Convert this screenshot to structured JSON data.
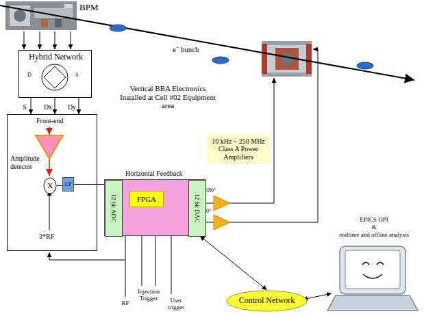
{
  "diagram": {
    "nodes": [
      {
        "text": [
          "Hybrid Network"
        ]
      },
      {
        "text": [
          "Front-end",
          "Amplitude detector",
          "3*RF"
        ]
      },
      {
        "text": [
          "X"
        ],
        "in": 1
      },
      {
        "text": [
          "LP"
        ],
        "in": 1
      },
      {
        "text": [
          "Horizontal Feedback"
        ]
      },
      {
        "text": [
          "12 bit ADC"
        ],
        "in": 4
      },
      {
        "text": [
          "FPGA"
        ],
        "in": 4
      },
      {
        "text": [
          "12 bit DAC"
        ],
        "in": 4
      },
      {
        "text": [
          "10 kHz ~ 250 MHz Class A Power Amplifiers"
        ]
      },
      {
        "text": [
          "Control Network"
        ]
      }
    ],
    "edges": [
      {
        "from": 0,
        "to": 1,
        "arrow": "to",
        "label": "S"
      },
      {
        "from": 0,
        "to": 1,
        "arrow": "to",
        "label": "Dx"
      },
      {
        "from": 0,
        "to": 1,
        "arrow": "to",
        "label": "Dy"
      },
      {
        "from": 2,
        "to": 3,
        "arrow": "none"
      },
      {
        "from": 3,
        "to": 5,
        "arrow": "none"
      },
      {
        "from": 4,
        "to": 9,
        "arrow": "both"
      }
    ],
    "labels": [
      "BPM",
      "e⁻ bunch",
      "D",
      "S",
      "Vertical BBA Electronics Installed at Cell #02 Equipment area",
      "180°",
      "0°",
      "RF",
      "Injection Trigger",
      "User trigger",
      "EPICS OPI",
      "&",
      "realtime and offline analysis"
    ]
  }
}
